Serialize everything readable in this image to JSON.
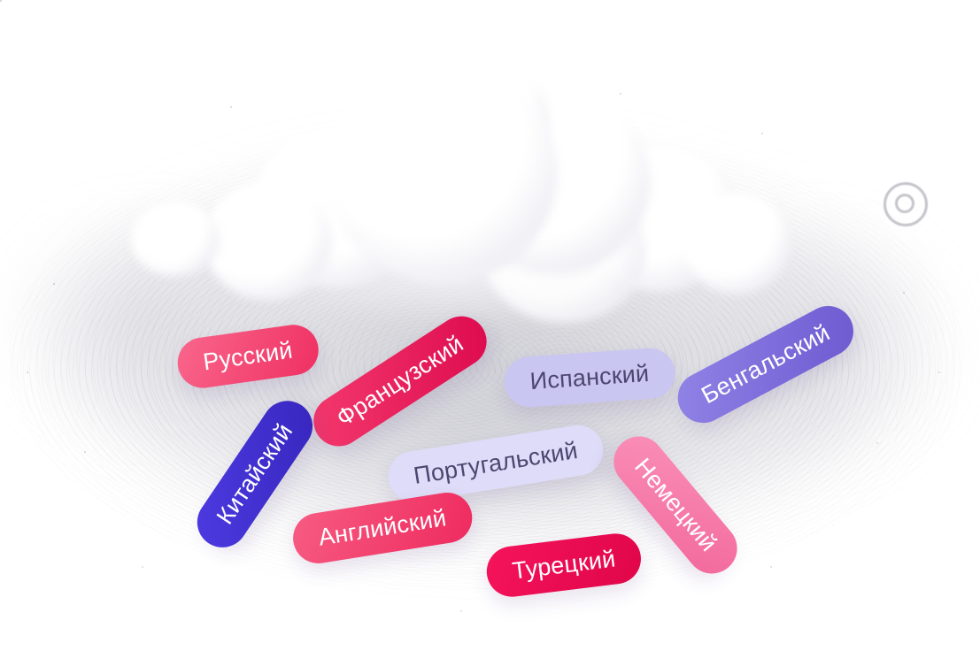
{
  "illustration": {
    "name": "language-cloud",
    "chips": [
      {
        "label": "Русский",
        "color": "#f14a73",
        "text_color": "#ffffff"
      },
      {
        "label": "Французский",
        "color": "#e81557",
        "text_color": "#ffffff"
      },
      {
        "label": "Испанский",
        "color": "#c9c6f1",
        "text_color": "#4c4670"
      },
      {
        "label": "Бенгальский",
        "color": "#7d6bd9",
        "text_color": "#ffffff"
      },
      {
        "label": "Китайский",
        "color": "#4130cf",
        "text_color": "#ffffff"
      },
      {
        "label": "Португальский",
        "color": "#dedcf8",
        "text_color": "#4c4670"
      },
      {
        "label": "Английский",
        "color": "#f23f6d",
        "text_color": "#ffffff"
      },
      {
        "label": "Немецкий",
        "color": "#f780ad",
        "text_color": "#ffffff"
      },
      {
        "label": "Турецкий",
        "color": "#e90e52",
        "text_color": "#ffffff"
      }
    ]
  }
}
